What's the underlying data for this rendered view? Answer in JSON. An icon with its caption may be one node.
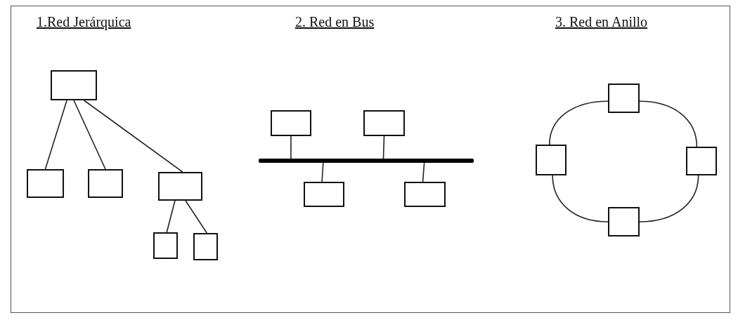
{
  "diagram": {
    "nodes": [
      {
        "text": [],
        "shape": "box"
      },
      {
        "text": [],
        "shape": "box"
      },
      {
        "text": [],
        "shape": "box"
      },
      {
        "text": [],
        "shape": "box"
      },
      {
        "text": [],
        "shape": "box"
      },
      {
        "text": [],
        "shape": "box"
      },
      {
        "text": [],
        "shape": "bar"
      },
      {
        "text": [],
        "shape": "box"
      },
      {
        "text": [],
        "shape": "box"
      },
      {
        "text": [],
        "shape": "box"
      },
      {
        "text": [],
        "shape": "box"
      },
      {
        "text": [],
        "shape": "box"
      },
      {
        "text": [],
        "shape": "box"
      },
      {
        "text": [],
        "shape": "box"
      },
      {
        "text": [],
        "shape": "box"
      }
    ],
    "edges": [
      {
        "from": 0,
        "to": 1,
        "arrow": "none"
      },
      {
        "from": 0,
        "to": 2,
        "arrow": "none"
      },
      {
        "from": 0,
        "to": 3,
        "arrow": "none"
      },
      {
        "from": 3,
        "to": 4,
        "arrow": "none"
      },
      {
        "from": 3,
        "to": 5,
        "arrow": "none"
      },
      {
        "from": 7,
        "to": 6,
        "arrow": "none"
      },
      {
        "from": 8,
        "to": 6,
        "arrow": "none"
      },
      {
        "from": 6,
        "to": 9,
        "arrow": "none"
      },
      {
        "from": 6,
        "to": 10,
        "arrow": "none"
      },
      {
        "from": 11,
        "to": 13,
        "arrow": "none"
      },
      {
        "from": 13,
        "to": 14,
        "arrow": "none"
      },
      {
        "from": 14,
        "to": 12,
        "arrow": "none"
      },
      {
        "from": 12,
        "to": 11,
        "arrow": "none"
      }
    ],
    "labels": [
      "1.Red Jerárquica",
      "2. Red en Bus",
      "3. Red en Anillo"
    ]
  }
}
